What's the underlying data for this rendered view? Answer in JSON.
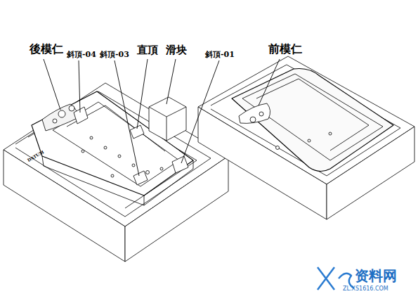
{
  "diagram": {
    "labels": [
      "後模仁",
      "斜頂-04",
      "斜頂-03",
      "直頂",
      "滑块",
      "斜頂-01",
      "前模仁",
      "DATUM",
      "资料网",
      "ZL.XS1616.COM"
    ]
  }
}
